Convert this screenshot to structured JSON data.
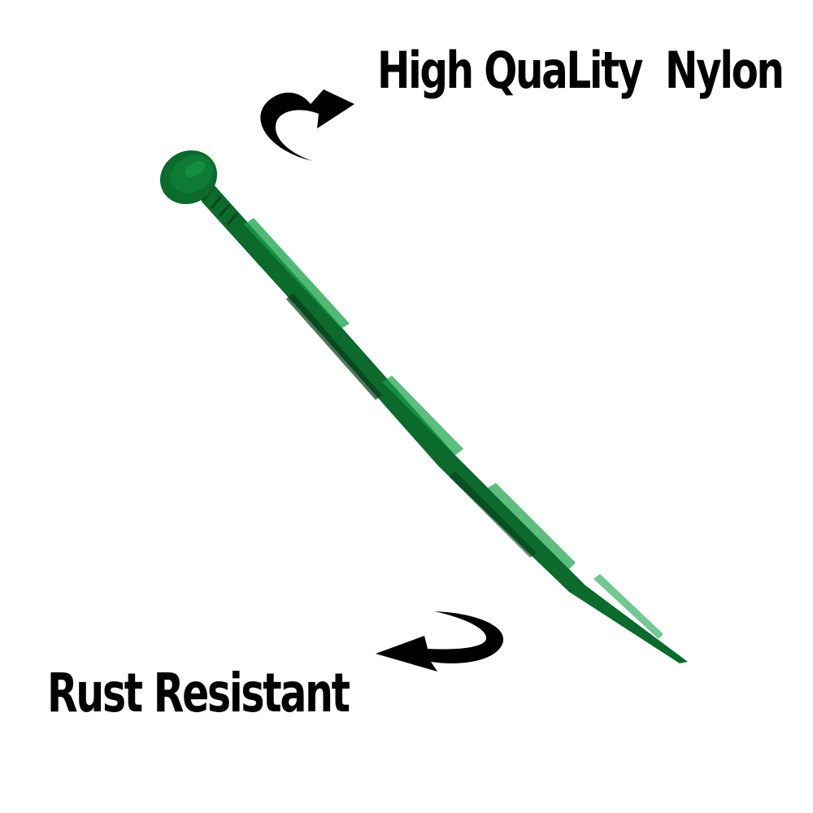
{
  "callouts": {
    "top_text": "High QuaLity  Nylon",
    "bottom_text": "Rust Resistant"
  },
  "product": {
    "icon": "green-nylon-ground-stake",
    "color": "#0b6a2c",
    "highlight_color": "#18a04a",
    "shadow_color": "#053d18"
  },
  "arrows": {
    "color": "#000000"
  }
}
